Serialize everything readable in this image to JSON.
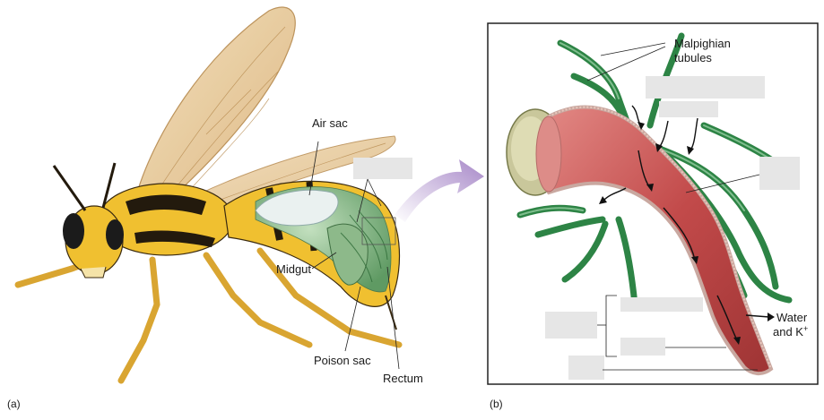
{
  "panel_a": {
    "panel_label": "(a)",
    "labels": {
      "air_sac": "Air sac",
      "midgut": "Midgut",
      "poison_sac": "Poison sac",
      "rectum": "Rectum"
    }
  },
  "panel_b": {
    "panel_label": "(b)",
    "labels": {
      "malpighian_line1": "Malpighian",
      "malpighian_line2": "tubules",
      "water_line1": "Water",
      "water_line2": "and K",
      "water_sup": "+"
    }
  },
  "colors": {
    "tubule": "#3f9a58",
    "gut": "#c24a4a",
    "wing": "#e8c89a",
    "body_yellow": "#f0c030",
    "arrow": "#b79ad0"
  }
}
